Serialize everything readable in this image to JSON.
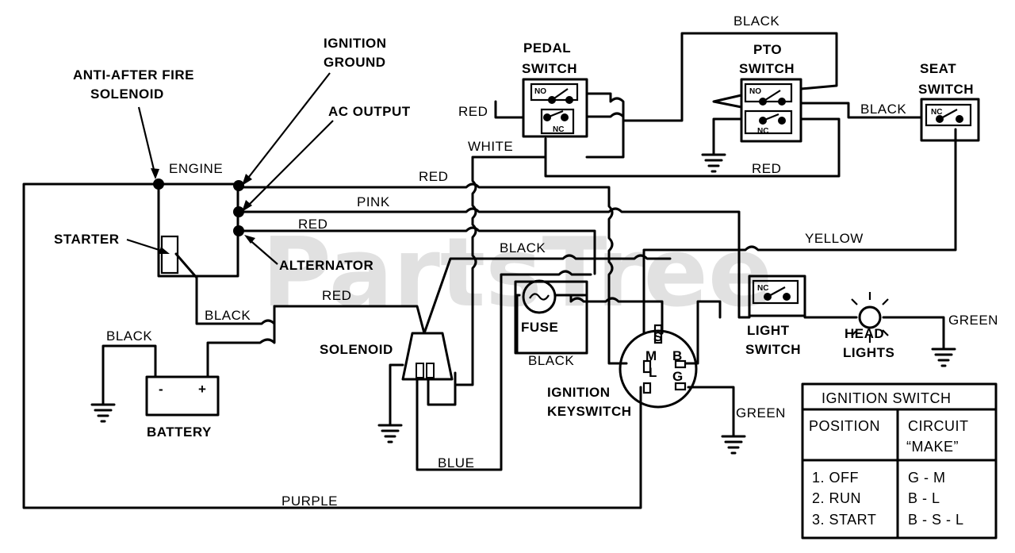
{
  "watermark": "PartsTree",
  "components": {
    "engine": "ENGINE",
    "anti_after_fire_1": "ANTI-AFTER FIRE",
    "anti_after_fire_2": "SOLENOID",
    "ignition_ground_1": "IGNITION",
    "ignition_ground_2": "GROUND",
    "ac_output": "AC OUTPUT",
    "starter": "STARTER",
    "alternator": "ALTERNATOR",
    "battery": "BATTERY",
    "battery_neg": "-",
    "battery_pos": "+",
    "solenoid": "SOLENOID",
    "fuse": "FUSE",
    "ignition_keyswitch_1": "IGNITION",
    "ignition_keyswitch_2": "KEYSWITCH",
    "pedal_switch_1": "PEDAL",
    "pedal_switch_2": "SWITCH",
    "pto_switch_1": "PTO",
    "pto_switch_2": "SWITCH",
    "seat_switch_1": "SEAT",
    "seat_switch_2": "SWITCH",
    "light_switch_1": "LIGHT",
    "light_switch_2": "SWITCH",
    "head_lights_1": "HEAD",
    "head_lights_2": "LIGHTS",
    "no": "NO",
    "nc": "NC",
    "term_s": "S",
    "term_m": "M",
    "term_b": "B",
    "term_g": "G",
    "term_l": "L"
  },
  "wires": {
    "black_top": "BLACK",
    "red_pedal": "RED",
    "white": "WHITE",
    "red_1": "RED",
    "pink": "PINK",
    "red_2": "RED",
    "black_seat": "BLACK",
    "red_pto": "RED",
    "yellow": "YELLOW",
    "black_fuse": "BLACK",
    "black_starter": "BLACK",
    "red_solenoid": "RED",
    "black_battery": "BLACK",
    "black_fuse_bottom": "BLACK",
    "blue": "BLUE",
    "purple": "PURPLE",
    "green_key": "GREEN",
    "green_lights": "GREEN"
  },
  "ignition_table": {
    "title": "IGNITION SWITCH",
    "col_position": "POSITION",
    "col_circuit_1": "CIRCUIT",
    "col_circuit_2": "“MAKE”",
    "rows": [
      {
        "position": "1. OFF",
        "circuit": "G - M"
      },
      {
        "position": "2. RUN",
        "circuit": "B - L"
      },
      {
        "position": "3. START",
        "circuit": "B - S - L"
      }
    ]
  }
}
